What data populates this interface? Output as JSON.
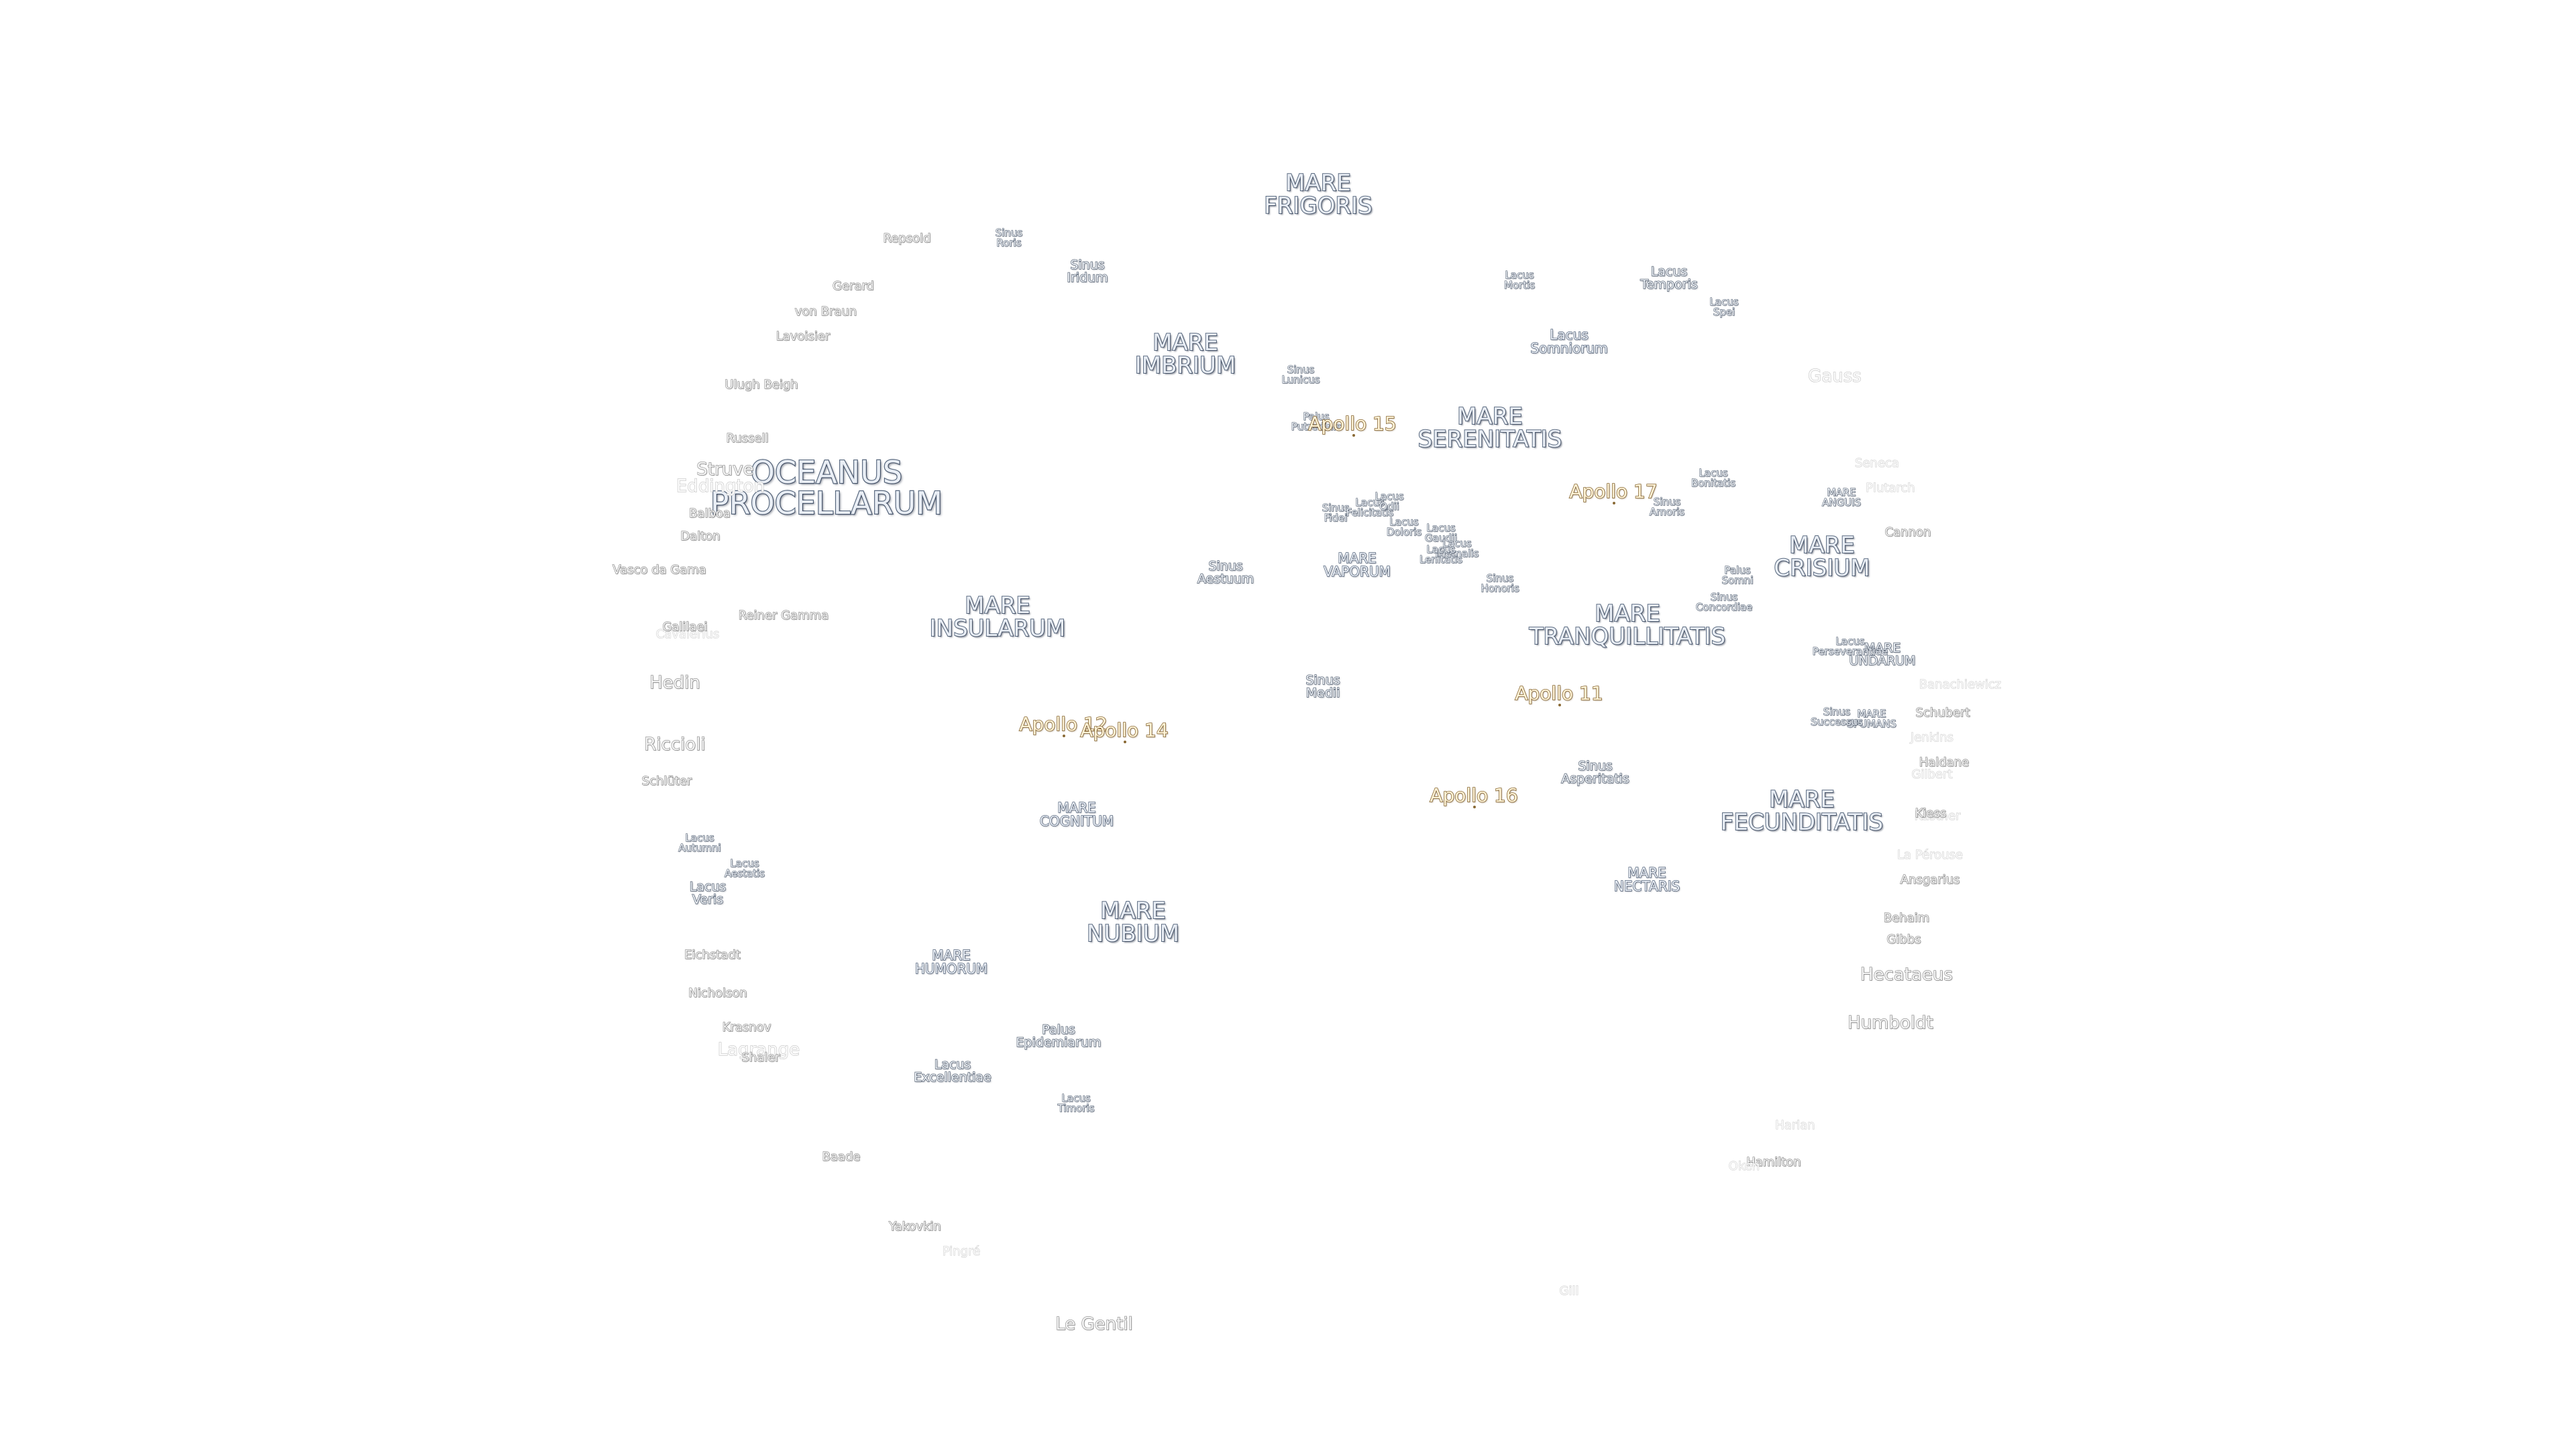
{
  "labels": [
    {
      "id": "mare-frigoris",
      "lines": [
        "MARE",
        "FRIGORIS"
      ],
      "style": "mare"
    },
    {
      "id": "mare-imbrium",
      "lines": [
        "MARE",
        "IMBRIUM"
      ],
      "style": "mare"
    },
    {
      "id": "oceanus-procellarum",
      "lines": [
        "OCEANUS",
        "PROCELLARUM"
      ],
      "style": "mare-big"
    },
    {
      "id": "mare-serenitatis",
      "lines": [
        "MARE",
        "SERENITATIS"
      ],
      "style": "mare"
    },
    {
      "id": "mare-insularum",
      "lines": [
        "MARE",
        "INSULARUM"
      ],
      "style": "mare"
    },
    {
      "id": "mare-vaporum",
      "lines": [
        "MARE",
        "VAPORUM"
      ],
      "style": "mare-sm"
    },
    {
      "id": "mare-tranquillitatis",
      "lines": [
        "MARE",
        "TRANQUILLITATIS"
      ],
      "style": "mare"
    },
    {
      "id": "mare-crisium",
      "lines": [
        "MARE",
        "CRISIUM"
      ],
      "style": "mare"
    },
    {
      "id": "mare-anguis",
      "lines": [
        "MARE",
        "ANGUIS"
      ],
      "style": "minor-xs"
    },
    {
      "id": "mare-undarum",
      "lines": [
        "MARE",
        "UNDARUM"
      ],
      "style": "minor"
    },
    {
      "id": "mare-spumans",
      "lines": [
        "MARE",
        "SPUMANS"
      ],
      "style": "minor-xs"
    },
    {
      "id": "mare-cognitum",
      "lines": [
        "MARE",
        "COGNITUM"
      ],
      "style": "mare-sm"
    },
    {
      "id": "mare-nubium",
      "lines": [
        "MARE",
        "NUBIUM"
      ],
      "style": "mare"
    },
    {
      "id": "mare-humorum",
      "lines": [
        "MARE",
        "HUMORUM"
      ],
      "style": "mare-sm"
    },
    {
      "id": "mare-fecunditatis",
      "lines": [
        "MARE",
        "FECUNDITATIS"
      ],
      "style": "mare"
    },
    {
      "id": "mare-nectaris",
      "lines": [
        "MARE",
        "NECTARIS"
      ],
      "style": "mare-sm"
    },
    {
      "id": "sinus-roris",
      "lines": [
        "Sinus",
        "Roris"
      ],
      "style": "minor-xs"
    },
    {
      "id": "sinus-iridum",
      "lines": [
        "Sinus",
        "Iridum"
      ],
      "style": "minor"
    },
    {
      "id": "sinus-lunicus",
      "lines": [
        "Sinus",
        "Lunicus"
      ],
      "style": "minor-xs"
    },
    {
      "id": "palus-putredinis",
      "lines": [
        "Palus",
        "Putredinis"
      ],
      "style": "minor-xs"
    },
    {
      "id": "lacus-mortis",
      "lines": [
        "Lacus",
        "Mortis"
      ],
      "style": "minor-xs"
    },
    {
      "id": "lacus-temporis",
      "lines": [
        "Lacus",
        "Temporis"
      ],
      "style": "minor"
    },
    {
      "id": "lacus-spei",
      "lines": [
        "Lacus",
        "Spei"
      ],
      "style": "minor-xs"
    },
    {
      "id": "lacus-somniorum",
      "lines": [
        "Lacus",
        "Somniorum"
      ],
      "style": "mare-sm"
    },
    {
      "id": "lacus-bonitatis",
      "lines": [
        "Lacus",
        "Bonitatis"
      ],
      "style": "minor-xs"
    },
    {
      "id": "sinus-amoris",
      "lines": [
        "Sinus",
        "Amoris"
      ],
      "style": "minor-xs"
    },
    {
      "id": "sinus-fidei",
      "lines": [
        "Sinus",
        "Fidei"
      ],
      "style": "minor-xs"
    },
    {
      "id": "lacus-felicitatis",
      "lines": [
        "Lacus",
        "Felicitatis"
      ],
      "style": "minor-xs"
    },
    {
      "id": "lacus-odii",
      "lines": [
        "Lacus",
        "Odii"
      ],
      "style": "minor-xs"
    },
    {
      "id": "lacus-doloris",
      "lines": [
        "Lacus",
        "Doloris"
      ],
      "style": "minor-xs"
    },
    {
      "id": "lacus-gaudii",
      "lines": [
        "Lacus",
        "Gaudii"
      ],
      "style": "minor-xs"
    },
    {
      "id": "lacus-hiemalis",
      "lines": [
        "Lacus",
        "Hiemalis"
      ],
      "style": "minor-xs"
    },
    {
      "id": "lacus-lenitatis",
      "lines": [
        "Lacus",
        "Lenitatis"
      ],
      "style": "minor-xs"
    },
    {
      "id": "sinus-honoris",
      "lines": [
        "Sinus",
        "Honoris"
      ],
      "style": "minor-xs"
    },
    {
      "id": "sinus-aestuum",
      "lines": [
        "Sinus",
        "Aestuum"
      ],
      "style": "minor"
    },
    {
      "id": "palus-somni",
      "lines": [
        "Palus",
        "Somni"
      ],
      "style": "minor-xs"
    },
    {
      "id": "sinus-concordiae",
      "lines": [
        "Sinus",
        "Concordiae"
      ],
      "style": "minor-xs"
    },
    {
      "id": "lacus-perseverantiae",
      "lines": [
        "Lacus",
        "Perseverantiae"
      ],
      "style": "minor-xs"
    },
    {
      "id": "sinus-medii",
      "lines": [
        "Sinus",
        "Medii"
      ],
      "style": "minor"
    },
    {
      "id": "sinus-successus",
      "lines": [
        "Sinus",
        "Successus"
      ],
      "style": "minor-xs"
    },
    {
      "id": "sinus-asperitatis",
      "lines": [
        "Sinus",
        "Asperitatis"
      ],
      "style": "minor"
    },
    {
      "id": "lacus-autumni",
      "lines": [
        "Lacus",
        "Autumni"
      ],
      "style": "minor-xs"
    },
    {
      "id": "lacus-aestatis",
      "lines": [
        "Lacus",
        "Aestatis"
      ],
      "style": "minor-xs"
    },
    {
      "id": "lacus-veris",
      "lines": [
        "Lacus",
        "Veris"
      ],
      "style": "minor"
    },
    {
      "id": "palus-epidemiarum",
      "lines": [
        "Palus",
        "Epidemiarum"
      ],
      "style": "minor"
    },
    {
      "id": "lacus-excellentiae",
      "lines": [
        "Lacus",
        "Excellentiae"
      ],
      "style": "minor"
    },
    {
      "id": "lacus-timoris",
      "lines": [
        "Lacus",
        "Timoris"
      ],
      "style": "minor-xs"
    },
    {
      "id": "apollo-15",
      "lines": [
        "Apollo 15"
      ],
      "style": "apollo"
    },
    {
      "id": "apollo-17",
      "lines": [
        "Apollo 17"
      ],
      "style": "apollo"
    },
    {
      "id": "apollo-11",
      "lines": [
        "Apollo 11"
      ],
      "style": "apollo"
    },
    {
      "id": "apollo-12",
      "lines": [
        "Apollo 12"
      ],
      "style": "apollo"
    },
    {
      "id": "apollo-14",
      "lines": [
        "Apollo 14"
      ],
      "style": "apollo"
    },
    {
      "id": "apollo-16",
      "lines": [
        "Apollo 16"
      ],
      "style": "apollo"
    },
    {
      "id": "rapsold",
      "lines": [
        "Repsold"
      ],
      "style": "crater"
    },
    {
      "id": "gerard",
      "lines": [
        "Gerard"
      ],
      "style": "crater"
    },
    {
      "id": "von-braun",
      "lines": [
        "von Braun"
      ],
      "style": "crater"
    },
    {
      "id": "lavoisier",
      "lines": [
        "Lavoisier"
      ],
      "style": "crater"
    },
    {
      "id": "ulugh-beigh",
      "lines": [
        "Ulugh Beigh"
      ],
      "style": "crater"
    },
    {
      "id": "russell",
      "lines": [
        "Russell"
      ],
      "style": "crater"
    },
    {
      "id": "struve",
      "lines": [
        "Struve"
      ],
      "style": "crater-lg"
    },
    {
      "id": "eddington",
      "lines": [
        "Eddington"
      ],
      "style": "crater-faint-lg"
    },
    {
      "id": "balboa",
      "lines": [
        "Balboa"
      ],
      "style": "crater"
    },
    {
      "id": "dalton",
      "lines": [
        "Dalton"
      ],
      "style": "crater"
    },
    {
      "id": "vasco-da-gama",
      "lines": [
        "Vasco da Gama"
      ],
      "style": "crater"
    },
    {
      "id": "reiner-gamma",
      "lines": [
        "Reiner Gamma"
      ],
      "style": "crater"
    },
    {
      "id": "cavalerius",
      "lines": [
        "Cavalerius"
      ],
      "style": "crater-faint"
    },
    {
      "id": "galilaei",
      "lines": [
        "Galilaei"
      ],
      "style": "crater"
    },
    {
      "id": "hedin",
      "lines": [
        "Hedin"
      ],
      "style": "crater-lg"
    },
    {
      "id": "riccioli",
      "lines": [
        "Riccioli"
      ],
      "style": "crater-lg"
    },
    {
      "id": "schluter",
      "lines": [
        "Schlüter"
      ],
      "style": "crater"
    },
    {
      "id": "eichstadt",
      "lines": [
        "Eichstadt"
      ],
      "style": "crater"
    },
    {
      "id": "nicholson",
      "lines": [
        "Nicholson"
      ],
      "style": "crater"
    },
    {
      "id": "krasnov",
      "lines": [
        "Krasnov"
      ],
      "style": "crater"
    },
    {
      "id": "lagrange",
      "lines": [
        "Lagrange"
      ],
      "style": "crater-faint-lg"
    },
    {
      "id": "shaler",
      "lines": [
        "Shaler"
      ],
      "style": "crater"
    },
    {
      "id": "baade",
      "lines": [
        "Baade"
      ],
      "style": "crater"
    },
    {
      "id": "yakovkin",
      "lines": [
        "Yakovkin"
      ],
      "style": "crater"
    },
    {
      "id": "pingre",
      "lines": [
        "Pingré"
      ],
      "style": "crater-faint"
    },
    {
      "id": "le-gentil",
      "lines": [
        "Le Gentil"
      ],
      "style": "crater-lg"
    },
    {
      "id": "gauss",
      "lines": [
        "Gauss"
      ],
      "style": "crater-faint-lg"
    },
    {
      "id": "seneca",
      "lines": [
        "Seneca"
      ],
      "style": "crater-faint"
    },
    {
      "id": "plutarch",
      "lines": [
        "Plutarch"
      ],
      "style": "crater-faint"
    },
    {
      "id": "cannon",
      "lines": [
        "Cannon"
      ],
      "style": "crater"
    },
    {
      "id": "banachiewicz",
      "lines": [
        "Banachiewicz"
      ],
      "style": "crater-faint"
    },
    {
      "id": "schubert",
      "lines": [
        "Schubert"
      ],
      "style": "crater"
    },
    {
      "id": "jenkins",
      "lines": [
        "Jenkins"
      ],
      "style": "crater-faint"
    },
    {
      "id": "haldane",
      "lines": [
        "Haldane"
      ],
      "style": "crater"
    },
    {
      "id": "gilbert",
      "lines": [
        "Gilbert"
      ],
      "style": "crater-faint"
    },
    {
      "id": "kastner",
      "lines": [
        "Kästner"
      ],
      "style": "crater-faint"
    },
    {
      "id": "kiess",
      "lines": [
        "Kiess"
      ],
      "style": "crater"
    },
    {
      "id": "la-perouse",
      "lines": [
        "La Pérouse"
      ],
      "style": "crater-faint"
    },
    {
      "id": "ansgarius",
      "lines": [
        "Ansgarius"
      ],
      "style": "crater"
    },
    {
      "id": "behaim",
      "lines": [
        "Behaim"
      ],
      "style": "crater"
    },
    {
      "id": "gibbs",
      "lines": [
        "Gibbs"
      ],
      "style": "crater"
    },
    {
      "id": "hecataeus",
      "lines": [
        "Hecataeus"
      ],
      "style": "crater-lg"
    },
    {
      "id": "humboldt",
      "lines": [
        "Humboldt"
      ],
      "style": "crater-lg"
    },
    {
      "id": "harlan",
      "lines": [
        "Harlan"
      ],
      "style": "crater-faint"
    },
    {
      "id": "hamilton",
      "lines": [
        "Hamilton"
      ],
      "style": "crater"
    },
    {
      "id": "oken",
      "lines": [
        "Oken"
      ],
      "style": "crater-faint"
    },
    {
      "id": "gill",
      "lines": [
        "Gill"
      ],
      "style": "crater-faint"
    }
  ]
}
